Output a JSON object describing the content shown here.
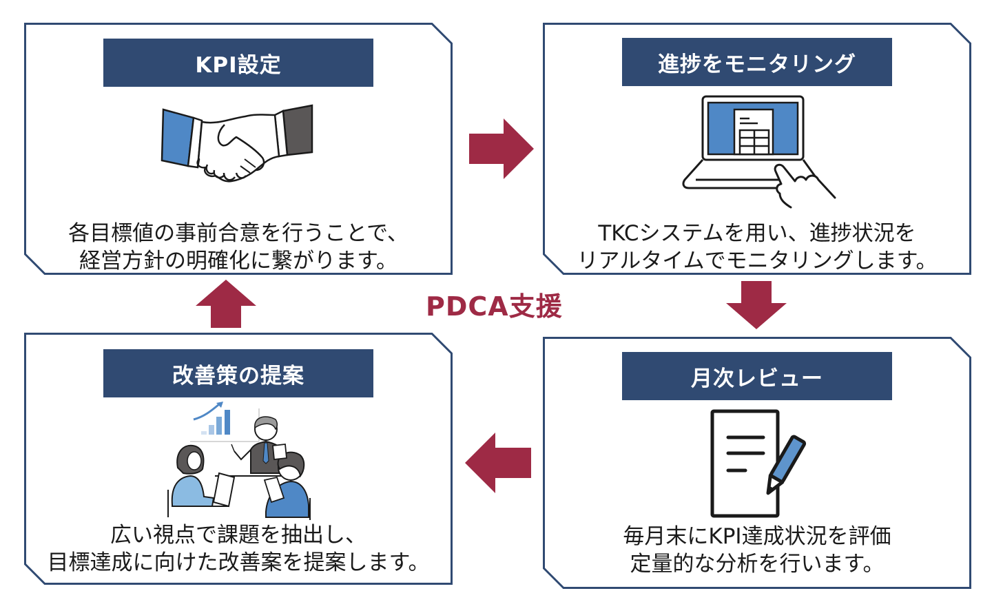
{
  "colors": {
    "frame": "#304a72",
    "title_bar": "#304a72",
    "arrow": "#9e2a45",
    "accent_blue": "#4f88c6",
    "dark_gray": "#5a5757"
  },
  "center": {
    "label": "PDCA支援"
  },
  "cards": {
    "kpi": {
      "title": "KPI設定",
      "icon": "handshake-icon",
      "description": "各目標値の事前合意を行うことで、\n経営方針の明確化に繋がります。"
    },
    "monitor": {
      "title": "進捗をモニタリング",
      "icon": "laptop-touch-icon",
      "description": "TKCシステムを用い、進捗状況を\nリアルタイムでモニタリングします。"
    },
    "review": {
      "title": "月次レビュー",
      "icon": "document-pen-icon",
      "description": "毎月末にKPI達成状況を評価\n定量的な分析を行います。"
    },
    "improve": {
      "title": "改善策の提案",
      "icon": "meeting-chart-icon",
      "description": "広い視点で課題を抽出し、\n目標達成に向けた改善案を提案します。"
    }
  },
  "flow": [
    "KPI設定",
    "進捗をモニタリング",
    "月次レビュー",
    "改善策の提案"
  ]
}
